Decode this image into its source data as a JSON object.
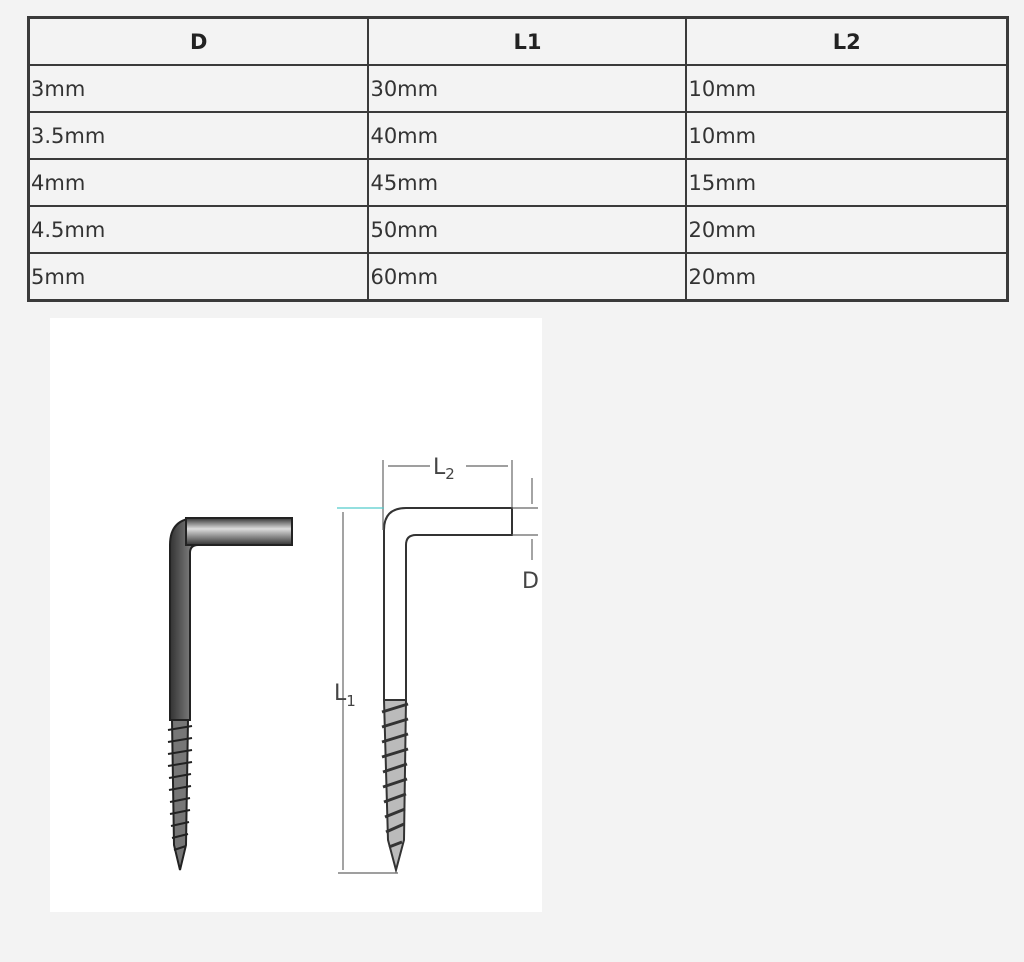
{
  "table": {
    "headers": [
      "D",
      "L1",
      "L2"
    ],
    "rows": [
      [
        "3mm",
        "30mm",
        "10mm"
      ],
      [
        "3.5mm",
        "40mm",
        "10mm"
      ],
      [
        "4mm",
        "45mm",
        "15mm"
      ],
      [
        "4.5mm",
        "50mm",
        "20mm"
      ],
      [
        "5mm",
        "60mm",
        "20mm"
      ]
    ]
  },
  "drawing": {
    "labels": {
      "l2_main": "L",
      "l2_sub": "2",
      "l1_main": "L",
      "l1_sub": "1",
      "d": "D"
    }
  }
}
